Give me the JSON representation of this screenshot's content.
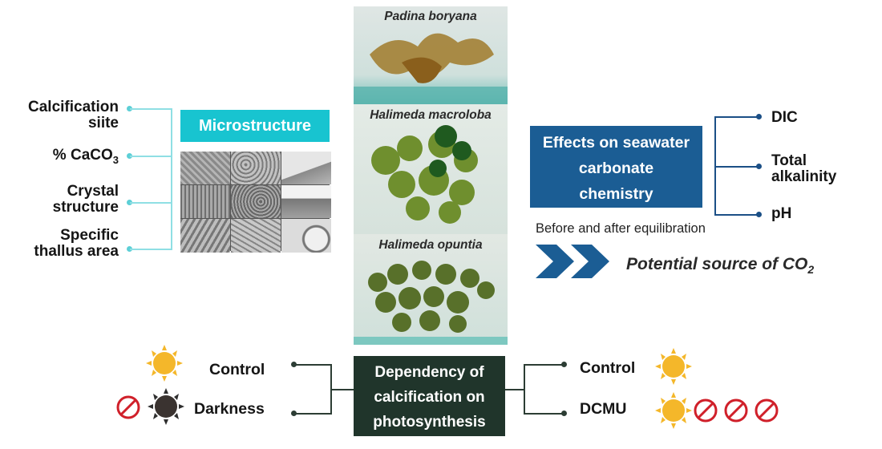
{
  "left": {
    "labels": [
      {
        "text": "Calcification\nsiite"
      },
      {
        "text": "% CaCO",
        "sub": "3"
      },
      {
        "text": "Crystal\nstructure"
      },
      {
        "text": "Specific\nthallus area"
      }
    ],
    "microstructure_label": "Microstructure"
  },
  "center": {
    "species": [
      "Padina boryana",
      "Halimeda macroloba",
      "Halimeda opuntia"
    ]
  },
  "right": {
    "effects_title": "Effects on seawater\ncarbonate\nchemistry",
    "parameters": [
      "DIC",
      "Total\nalkalinity",
      "pH"
    ],
    "before_after": "Before and after equilibration",
    "potential_source": "Potential source of CO",
    "potential_source_sub": "2"
  },
  "bottom": {
    "dependency_title": "Dependency of\ncalcification on\nphotosynthesis",
    "left_labels": [
      "Control",
      "Darkness"
    ],
    "right_labels": [
      "Control",
      "DCMU"
    ]
  },
  "icons": [
    "sun-icon",
    "dark-sun-icon",
    "prohibited-icon",
    "chevron-arrow-icon"
  ],
  "colors": {
    "cyan_accent": "#18c4d0",
    "blue_box": "#1b5d94",
    "dark_green_box": "#20352b",
    "sun_yellow": "#f4b72a",
    "prohibited_red": "#d0202a"
  }
}
